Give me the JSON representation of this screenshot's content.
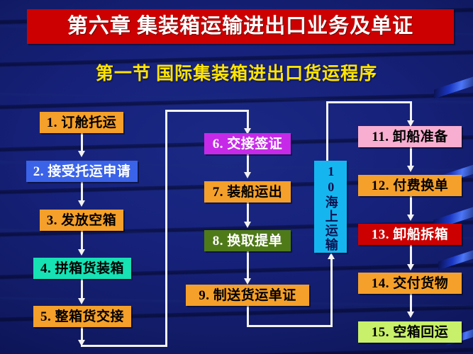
{
  "slide": {
    "title": "第六章  集装箱运输进出口业务及单证",
    "subtitle": "第一节  国际集装箱进出口货运程序",
    "title_bg_color": "#cc0000",
    "title_text_color": "#ffffff",
    "subtitle_text_color": "#ffe400",
    "background_color": "#121a63",
    "connector_color": "#f2f2f2"
  },
  "flow": {
    "columns": [
      {
        "name": "export-column",
        "steps": [
          {
            "id": 1,
            "label": "1. 订舱托运",
            "bg": "#f5a02a",
            "fg": "#000000"
          },
          {
            "id": 2,
            "label": "2. 接受托运申请",
            "bg": "#3b63e8",
            "fg": "#ffffff"
          },
          {
            "id": 3,
            "label": "3. 发放空箱",
            "bg": "#f5a02a",
            "fg": "#000000"
          },
          {
            "id": 4,
            "label": "4. 拼箱货装箱",
            "bg": "#16e2b4",
            "fg": "#000000"
          },
          {
            "id": 5,
            "label": "5. 整箱货交接",
            "bg": "#f5a02a",
            "fg": "#000000"
          }
        ]
      },
      {
        "name": "shipping-column",
        "steps": [
          {
            "id": 6,
            "label": "6. 交接签证",
            "bg": "#c62ae8",
            "fg": "#ffffff"
          },
          {
            "id": 7,
            "label": "7. 装船运出",
            "bg": "#f5a02a",
            "fg": "#000000"
          },
          {
            "id": 8,
            "label": "8. 换取提单",
            "bg": "#4f7a18",
            "fg": "#ffffff"
          },
          {
            "id": 9,
            "label": "9. 制送货运单证",
            "bg": "#f5a02a",
            "fg": "#000000"
          }
        ]
      },
      {
        "name": "sea-transport-column",
        "steps": [
          {
            "id": 10,
            "label": "10海上运输",
            "bg": "#15b6f0",
            "fg": "#0b1150",
            "orientation": "vertical"
          }
        ]
      },
      {
        "name": "import-column",
        "steps": [
          {
            "id": 11,
            "label": "11. 卸船准备",
            "bg": "#f7aed0",
            "fg": "#000000"
          },
          {
            "id": 12,
            "label": "12. 付费换单",
            "bg": "#f5a02a",
            "fg": "#000000"
          },
          {
            "id": 13,
            "label": "13. 卸船拆箱",
            "bg": "#cc0000",
            "fg": "#ffffff"
          },
          {
            "id": 14,
            "label": "14. 交付货物",
            "bg": "#f5a02a",
            "fg": "#000000"
          },
          {
            "id": 15,
            "label": "15. 空箱回运",
            "bg": "#c8f06a",
            "fg": "#000000"
          }
        ]
      }
    ]
  }
}
